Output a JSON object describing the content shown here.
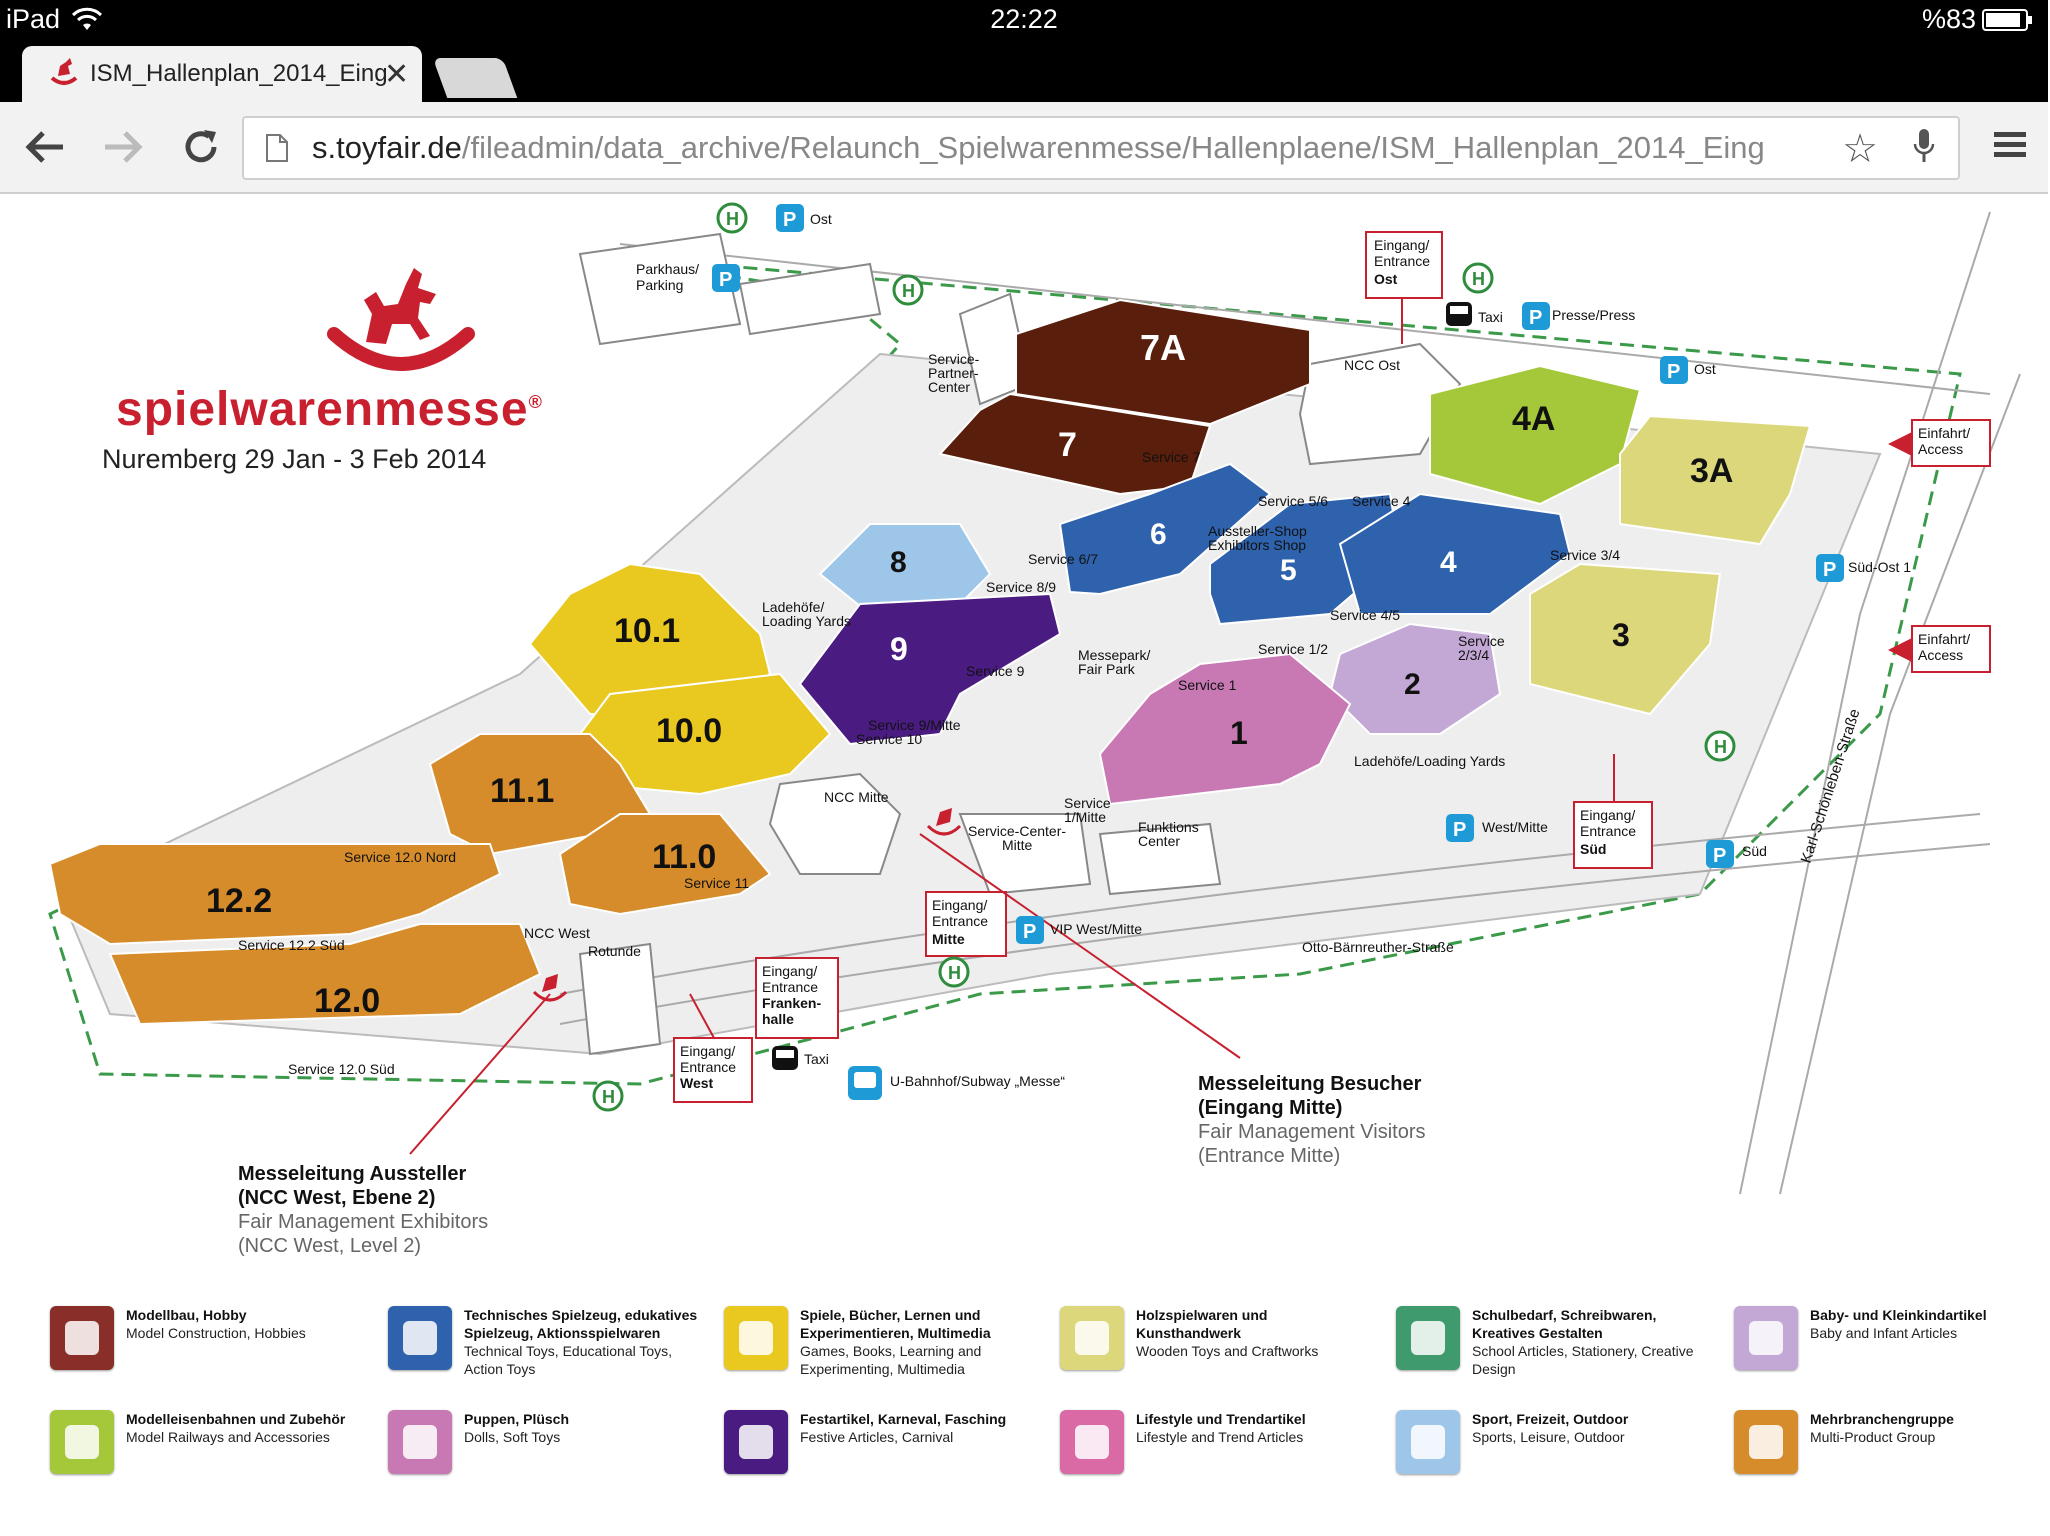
{
  "status": {
    "device": "iPad",
    "time": "22:22",
    "battery": "%83"
  },
  "tab": {
    "title": "ISM_Hallenplan_2014_Eing"
  },
  "url": {
    "host": "s.toyfair.de",
    "path": "/fileadmin/data_archive/Relaunch_Spielwarenmesse/Hallenplaene/ISM_Hallenplan_2014_Eing"
  },
  "logo": {
    "name": "spielwarenmesse",
    "reg": "®",
    "date": "Nuremberg 29 Jan - 3 Feb 2014"
  },
  "halls": [
    {
      "label": "7A",
      "color": "#5a1e0c"
    },
    {
      "label": "7",
      "color": "#5a1e0c"
    },
    {
      "label": "6",
      "color": "#2f62ad"
    },
    {
      "label": "5",
      "color": "#2f62ad"
    },
    {
      "label": "4",
      "color": "#2f62ad"
    },
    {
      "label": "4A",
      "color": "#a5c83b"
    },
    {
      "label": "3A",
      "color": "#dcd77a"
    },
    {
      "label": "3",
      "color": "#dcd77a"
    },
    {
      "label": "2",
      "color": "#c3a8d6"
    },
    {
      "label": "1",
      "color": "#c879b4"
    },
    {
      "label": "8",
      "color": "#9ec6e9"
    },
    {
      "label": "9",
      "color": "#4a1c82"
    },
    {
      "label": "10.1",
      "color": "#e9c820"
    },
    {
      "label": "10.0",
      "color": "#e9c820"
    },
    {
      "label": "11.1",
      "color": "#d68c2a"
    },
    {
      "label": "11.0",
      "color": "#d68c2a"
    },
    {
      "label": "12.2",
      "color": "#d68c2a"
    },
    {
      "label": "12.0",
      "color": "#d68c2a"
    }
  ],
  "map_labels": {
    "parkhaus": "Parkhaus/",
    "parking": "Parking",
    "ost_top": "Ost",
    "spc1": "Service-",
    "spc2": "Partner-",
    "spc3": "Center",
    "ncc_ost": "NCC Ost",
    "eing_ost1": "Eingang/",
    "eing_ost2": "Entrance",
    "eing_ost3": "Ost",
    "taxi1": "Taxi",
    "presse": "Presse/Press",
    "ost2": "Ost",
    "einfahrt1a": "Einfahrt/",
    "einfahrt1b": "Access",
    "einfahrt2a": "Einfahrt/",
    "einfahrt2b": "Access",
    "sued_ost": "Süd-Ost 1",
    "service7": "Service 7",
    "service56": "Service 5/6",
    "service4": "Service 4",
    "aussteller1": "Aussteller-Shop",
    "aussteller2": "Exhibitors Shop",
    "service67": "Service 6/7",
    "service89": "Service 8/9",
    "service34": "Service 3/4",
    "service45": "Service 4/5",
    "ladehoefe1a": "Ladehöfe/",
    "ladehoefe1b": "Loading Yards",
    "messepark1": "Messepark/",
    "messepark2": "Fair Park",
    "service9": "Service 9",
    "service12": "Service 1/2",
    "service234a": "Service",
    "service234b": "2/3/4",
    "service1": "Service 1",
    "service9m": "Service 9/Mitte",
    "service10": "Service 10",
    "ladehoefe2": "Ladehöfe/Loading Yards",
    "ncc_mitte": "NCC Mitte",
    "service1m1": "Service",
    "service1m2": "1/Mitte",
    "funktions1": "Funktions",
    "funktions2": "Center",
    "scm1": "Service-Center-",
    "scm2": "Mitte",
    "west_mitte": "West/Mitte",
    "eing_sued1": "Eingang/",
    "eing_sued2": "Entrance",
    "eing_sued3": "Süd",
    "sued": "Süd",
    "karl": "Karl-Schönleben-Straße",
    "service120n": "Service 12.0 Nord",
    "service11": "Service 11",
    "service122s": "Service 12.2 Süd",
    "ncc_west": "NCC West",
    "rotunde": "Rotunde",
    "eing_mitte1": "Eingang/",
    "eing_mitte2": "Entrance",
    "eing_mitte3": "Mitte",
    "vip": "VIP West/Mitte",
    "otto": "Otto-Bärnreuther-Straße",
    "eing_fh1": "Eingang/",
    "eing_fh2": "Entrance",
    "eing_fh3": "Franken-",
    "eing_fh4": "halle",
    "service120s": "Service 12.0 Süd",
    "eing_west1": "Eingang/",
    "eing_west2": "Entrance",
    "eing_west3": "West",
    "taxi2": "Taxi",
    "ubahn": "U-Bahnhof/Subway „Messe“",
    "h": "H",
    "p": "P"
  },
  "annotations": {
    "visitors": {
      "t1": "Messeleitung Besucher",
      "t2": "(Eingang Mitte)",
      "s1": "Fair Management Visitors",
      "s2": "(Entrance Mitte)"
    },
    "exhibitors": {
      "t1": "Messeleitung Aussteller",
      "t2": "(NCC West, Ebene 2)",
      "s1": "Fair Management Exhibitors",
      "s2": "(NCC West, Level 2)"
    }
  },
  "legend": [
    {
      "de": "Modellbau, Hobby",
      "en": "Model Construction, Hobbies",
      "icon": "airplane-icon",
      "color": "#8a2e2a"
    },
    {
      "de": "Technisches Spielzeug, edukatives Spielzeug, Aktionsspielwaren",
      "en": "Technical Toys, Educational Toys, Action Toys",
      "icon": "truck-icon",
      "color": "#2f62ad"
    },
    {
      "de": "Spiele, Bücher, Lernen und Experimentieren, Multimedia",
      "en": "Games, Books, Learning and Experimenting, Multimedia",
      "icon": "book-icon",
      "color": "#e9c820"
    },
    {
      "de": "Holzspielwaren und Kunsthandwerk",
      "en": "Wooden Toys and Craftworks",
      "icon": "house-icon",
      "color": "#dcd77a"
    },
    {
      "de": "Schulbedarf, Schreibwaren, Kreatives Gestalten",
      "en": "School Articles, Stationery, Creative Design",
      "icon": "pencils-icon",
      "color": "#3f9a6e"
    },
    {
      "de": "Baby- und Kleinkindartikel",
      "en": "Baby and Infant Articles",
      "icon": "rattle-icon",
      "color": "#c3a8d6"
    },
    {
      "de": "Modelleisenbahnen und Zubehör",
      "en": "Model Railways and Accessories",
      "icon": "train-icon",
      "color": "#a5c83b"
    },
    {
      "de": "Puppen, Plüsch",
      "en": "Dolls, Soft Toys",
      "icon": "teddy-icon",
      "color": "#c879b4"
    },
    {
      "de": "Festartikel, Karneval, Fasching",
      "en": "Festive Articles, Carnival",
      "icon": "mask-icon",
      "color": "#4a1c82"
    },
    {
      "de": "Lifestyle und Trendartikel",
      "en": "Lifestyle and Trend Articles",
      "icon": "bag-icon",
      "color": "#d96aa5"
    },
    {
      "de": "Sport, Freizeit, Outdoor",
      "en": "Sports, Leisure, Outdoor",
      "icon": "car-icon",
      "color": "#9ec6e9"
    },
    {
      "de": "Mehrbranchengruppe",
      "en": "Multi-Product Group",
      "icon": "multi-icon",
      "color": "#d68c2a"
    }
  ]
}
